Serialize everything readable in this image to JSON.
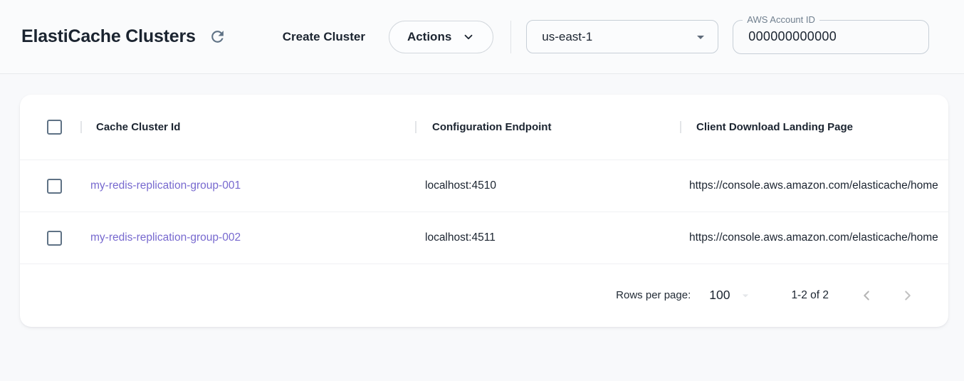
{
  "header": {
    "title": "ElastiCache Clusters",
    "create_button_label": "Create Cluster",
    "actions_button_label": "Actions",
    "region_selected": "us-east-1",
    "account_field": {
      "label": "AWS Account ID",
      "value": "000000000000"
    }
  },
  "table": {
    "columns": {
      "cluster_id": "Cache Cluster Id",
      "endpoint": "Configuration Endpoint",
      "landing_page": "Client Download Landing Page"
    },
    "rows": [
      {
        "cluster_id": "my-redis-replication-group-001",
        "endpoint": "localhost:4510",
        "landing_page": "https://console.aws.amazon.com/elasticache/home"
      },
      {
        "cluster_id": "my-redis-replication-group-002",
        "endpoint": "localhost:4511",
        "landing_page": "https://console.aws.amazon.com/elasticache/home"
      }
    ]
  },
  "pagination": {
    "rows_per_page_label": "Rows per page:",
    "rows_per_page_value": "100",
    "range_label": "1-2 of 2"
  },
  "icons": {
    "refresh": "refresh-icon",
    "actions_chevron": "chevron-down-icon",
    "region_caret": "caret-down-icon",
    "prev": "chevron-left-icon",
    "next": "chevron-right-icon"
  },
  "colors": {
    "link": "#7769cf",
    "icon_gray": "#5f7285",
    "disabled_chevron": "#bdbdbd",
    "header_bg": "#fafbfc",
    "page_bg": "#f8f9fb"
  }
}
